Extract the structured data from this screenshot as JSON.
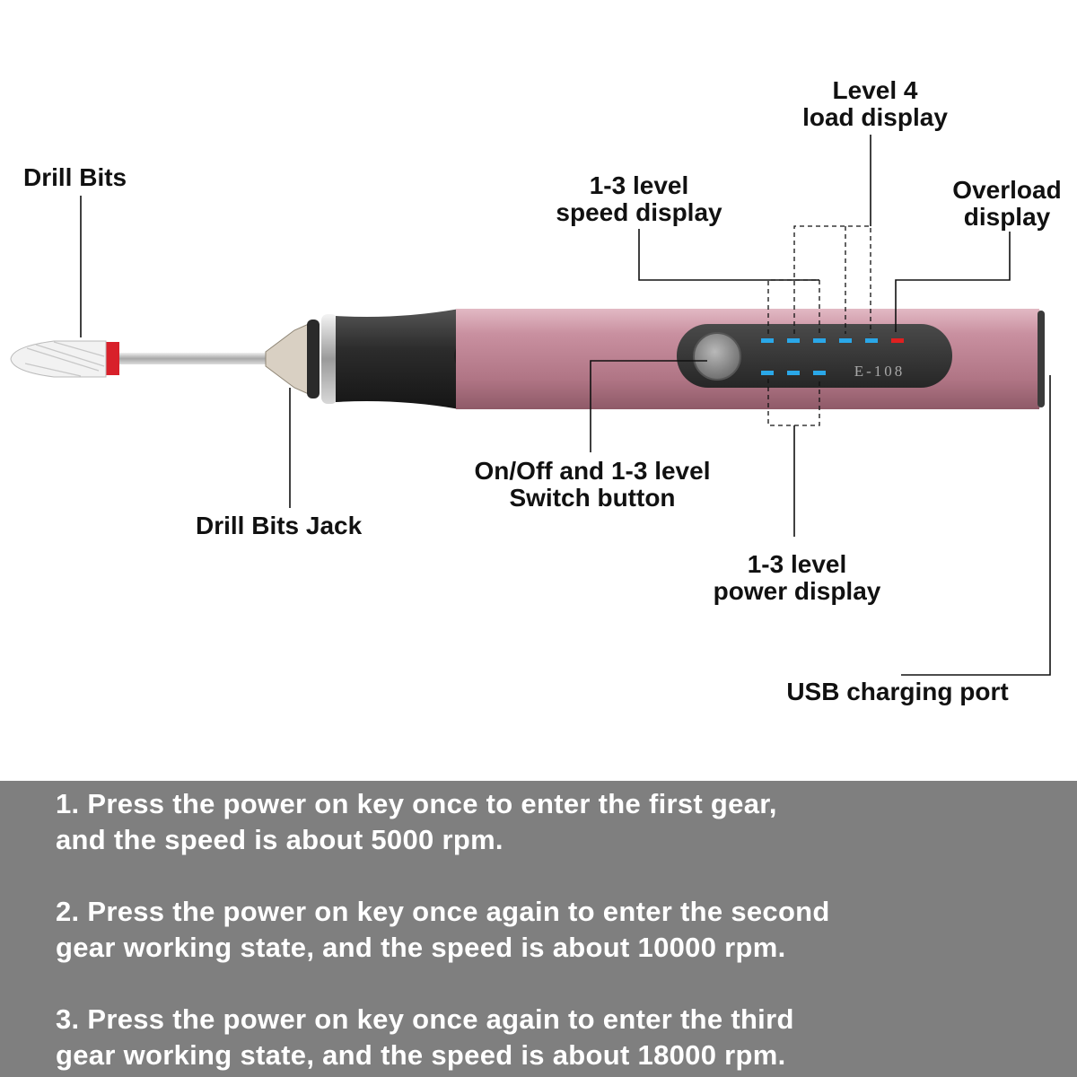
{
  "labels": {
    "drill_bits": "Drill Bits",
    "drill_bits_jack": "Drill Bits Jack",
    "level4_line1": "Level 4",
    "level4_line2": "load display",
    "speed_line1": "1-3 level",
    "speed_line2": "speed display",
    "overload_line1": "Overload",
    "overload_line2": "display",
    "onoff_line1": "On/Off and 1-3 level",
    "onoff_line2": "Switch button",
    "power_line1": "1-3 level",
    "power_line2": "power display",
    "usb": "USB charging port"
  },
  "device": {
    "model": "E-108",
    "body_color": "#c48a99",
    "led_blue": "#2aa7e8",
    "led_red": "#e02020"
  },
  "steps": [
    {
      "line1": "1. Press the power on key once to enter the first gear,",
      "line2": "and the speed is about 5000 rpm."
    },
    {
      "line1": "2. Press the power on key once again to enter the second",
      "line2": "gear working state, and the speed is about 10000 rpm."
    },
    {
      "line1": "3. Press the power on key once again to enter the third",
      "line2": "gear working state, and the speed is about 18000 rpm."
    }
  ]
}
